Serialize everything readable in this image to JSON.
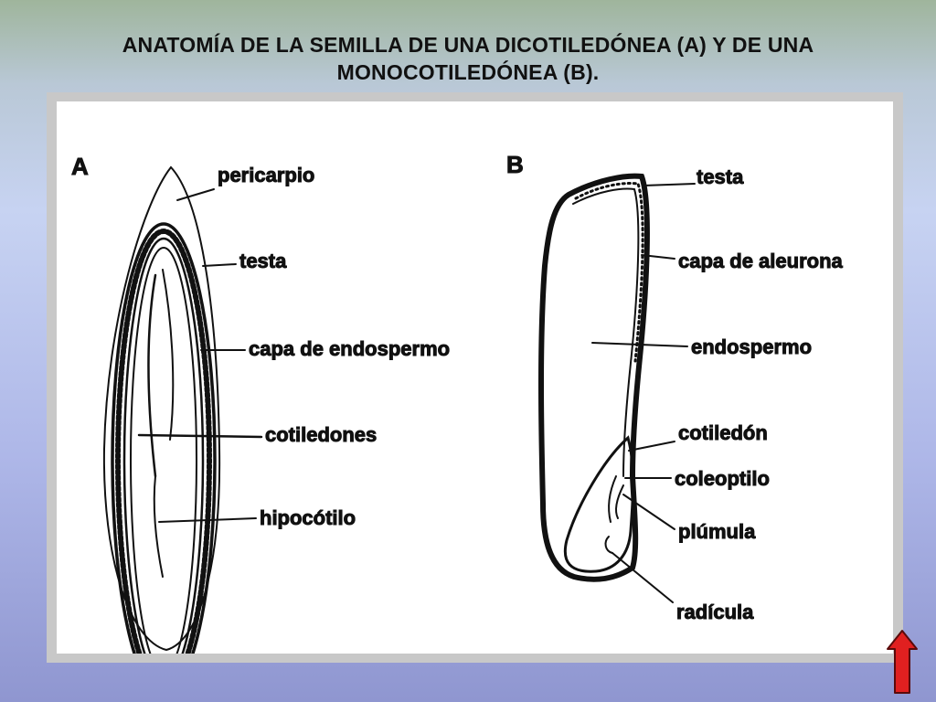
{
  "slide": {
    "title_line1": "ANATOMÍA DE LA SEMILLA DE UNA DICOTILEDÓNEA (A) Y DE UNA",
    "title_line2": "MONOCOTILEDÓNEA (B)."
  },
  "diagram": {
    "seed_a": {
      "letter": "A",
      "labels": {
        "pericarpio": "pericarpio",
        "testa": "testa",
        "capa_endospermo": "capa de endospermo",
        "cotiledones": "cotiledones",
        "hipocotilo": "hipocótilo"
      }
    },
    "seed_b": {
      "letter": "B",
      "labels": {
        "testa": "testa",
        "capa_aleurona": "capa de aleurona",
        "endospermo": "endospermo",
        "cotiledon": "cotiledón",
        "coleoptilo": "coleoptilo",
        "plumula": "plúmula",
        "radicula": "radícula"
      }
    }
  },
  "colors": {
    "arrow_fill": "#e02020",
    "ink": "#111111"
  }
}
